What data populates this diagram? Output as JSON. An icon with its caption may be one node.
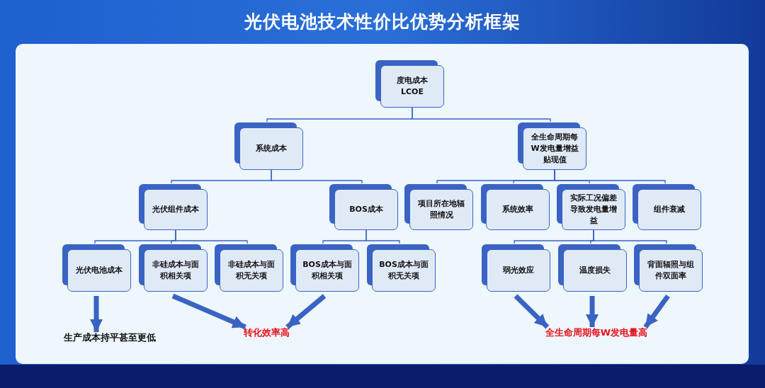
{
  "diagram": {
    "title": "光伏电池技术性价比优势分析框架",
    "nodes": [
      {
        "text": [
          "度电成本 LCOE"
        ]
      },
      {
        "text": [
          "系统成本"
        ]
      },
      {
        "text": [
          "全生命周期每W发电量增益贴现值"
        ]
      },
      {
        "text": [
          "光伏组件成本"
        ]
      },
      {
        "text": [
          "BOS成本"
        ]
      },
      {
        "text": [
          "项目所在地辐照情况"
        ]
      },
      {
        "text": [
          "系统效率"
        ]
      },
      {
        "text": [
          "实际工况偏差导致发电量增益"
        ]
      },
      {
        "text": [
          "组件衰减"
        ]
      },
      {
        "text": [
          "光伏电池成本"
        ]
      },
      {
        "text": [
          "非硅成本与面积相关项"
        ]
      },
      {
        "text": [
          "非硅成本与面积无关项"
        ]
      },
      {
        "text": [
          "BOS成本与面积相关项"
        ]
      },
      {
        "text": [
          "BOS成本与面积无关项"
        ]
      },
      {
        "text": [
          "弱光效应"
        ]
      },
      {
        "text": [
          "温度损失"
        ]
      },
      {
        "text": [
          "背面辐照与组件双面率"
        ]
      },
      {
        "text": [
          "生产成本持平甚至更低"
        ]
      },
      {
        "text": [
          "转化效率高"
        ]
      },
      {
        "text": [
          "全生命周期每W发电量高"
        ]
      }
    ],
    "edges": [
      {
        "from": 0,
        "to": 1,
        "arrow": "none"
      },
      {
        "from": 0,
        "to": 2,
        "arrow": "none"
      },
      {
        "from": 1,
        "to": 3,
        "arrow": "none"
      },
      {
        "from": 1,
        "to": 4,
        "arrow": "none"
      },
      {
        "from": 2,
        "to": 5,
        "arrow": "none"
      },
      {
        "from": 2,
        "to": 6,
        "arrow": "none"
      },
      {
        "from": 2,
        "to": 7,
        "arrow": "none"
      },
      {
        "from": 2,
        "to": 8,
        "arrow": "none"
      },
      {
        "from": 3,
        "to": 9,
        "arrow": "none"
      },
      {
        "from": 3,
        "to": 10,
        "arrow": "none"
      },
      {
        "from": 3,
        "to": 11,
        "arrow": "none"
      },
      {
        "from": 4,
        "to": 12,
        "arrow": "none"
      },
      {
        "from": 4,
        "to": 13,
        "arrow": "none"
      },
      {
        "from": 7,
        "to": 14,
        "arrow": "none"
      },
      {
        "from": 7,
        "to": 15,
        "arrow": "none"
      },
      {
        "from": 7,
        "to": 16,
        "arrow": "none"
      },
      {
        "from": 9,
        "to": 17,
        "arrow": "to",
        "style": "thick"
      },
      {
        "from": 10,
        "to": 18,
        "arrow": "to",
        "style": "thick"
      },
      {
        "from": 12,
        "to": 18,
        "arrow": "to",
        "style": "thick"
      },
      {
        "from": 14,
        "to": 19,
        "arrow": "to",
        "style": "thick"
      },
      {
        "from": 15,
        "to": 19,
        "arrow": "to",
        "style": "thick"
      },
      {
        "from": 16,
        "to": 19,
        "arrow": "to",
        "style": "thick"
      }
    ]
  }
}
